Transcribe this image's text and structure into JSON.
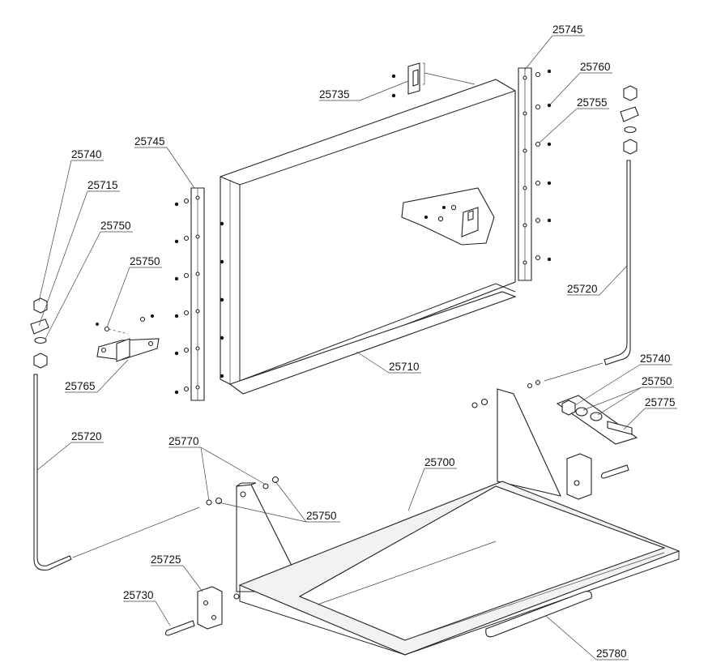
{
  "diagram": {
    "labels": {
      "l25745_top": "25745",
      "l25760": "25760",
      "l25755": "25755",
      "l25735": "25735",
      "l25745_left": "25745",
      "l25740_left": "25740",
      "l25715": "25715",
      "l25750_a": "25750",
      "l25750_b": "25750",
      "l25765": "25765",
      "l25720_right": "25720",
      "l25710": "25710",
      "l25740_right": "25740",
      "l25750_right": "25750",
      "l25775": "25775",
      "l25720_left": "25720",
      "l25770": "25770",
      "l25700": "25700",
      "l25750_bottom": "25750",
      "l25725": "25725",
      "l25730": "25730",
      "l25780": "25780"
    }
  }
}
